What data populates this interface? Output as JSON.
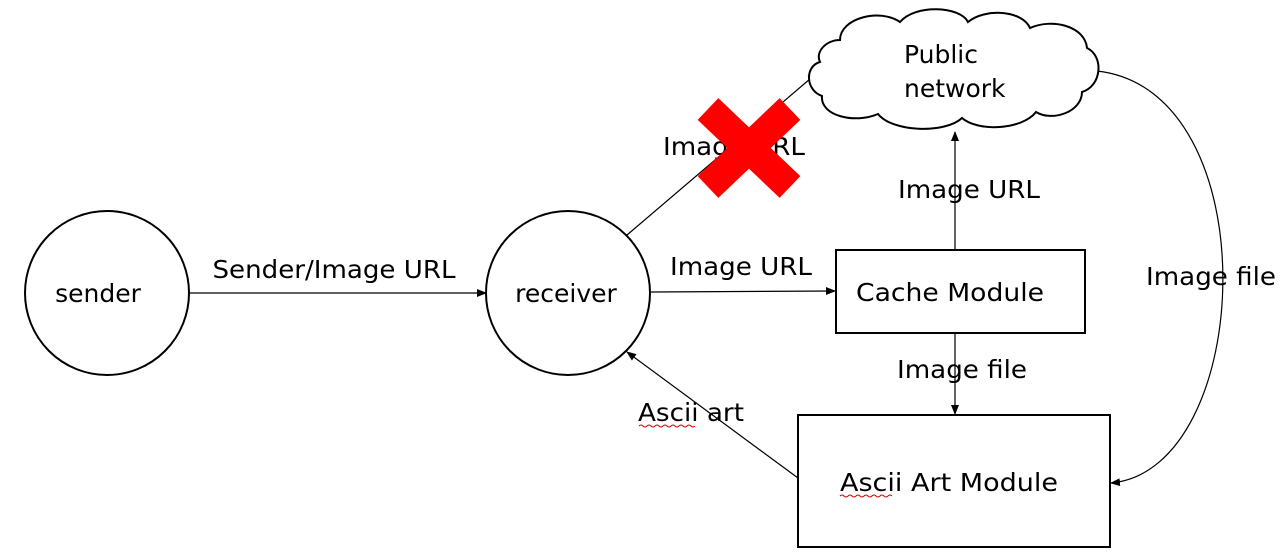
{
  "nodes": {
    "sender": "sender",
    "receiver": "receiver",
    "public_network_line1": "Public",
    "public_network_line2": "network",
    "cache_module": "Cache Module",
    "ascii_art_module": "Ascii Art Module"
  },
  "edges": {
    "sender_to_receiver": "Sender/Image URL",
    "receiver_to_network": "Image URL",
    "receiver_to_cache": "Image URL",
    "cache_to_network": "Image URL",
    "network_to_ascii": "Image file",
    "cache_to_ascii": "Image file",
    "ascii_to_receiver": "Ascii art"
  },
  "colors": {
    "blocked_mark": "#ff0000",
    "line": "#000000",
    "spellcheck_underline": "#d00000"
  },
  "icons": {
    "blocked": "red-x-icon"
  }
}
